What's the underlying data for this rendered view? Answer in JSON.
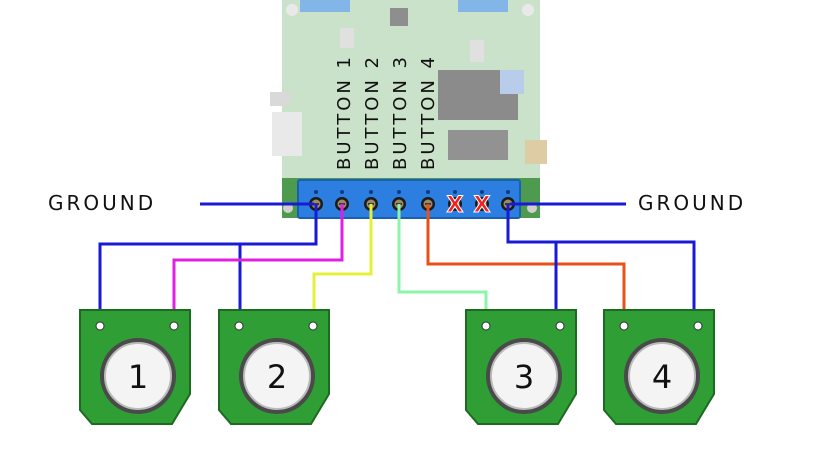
{
  "labels": {
    "ground_left": "GROUND",
    "ground_right": "GROUND",
    "buttons": [
      "BUTTON 1",
      "BUTTON 2",
      "BUTTON 3",
      "BUTTON 4"
    ],
    "unused_marks": [
      "X",
      "X"
    ]
  },
  "switches": [
    {
      "number": "1"
    },
    {
      "number": "2"
    },
    {
      "number": "3"
    },
    {
      "number": "4"
    }
  ],
  "colors": {
    "ground_wire": "#1a1ad6",
    "button1_wire": "#e020e0",
    "button2_wire": "#e6f03a",
    "button3_wire": "#8ef5a8",
    "button4_wire": "#e8501a",
    "terminal_block": "#2c7ee0",
    "switch_body": "#2f9e34",
    "unused_mark": "#ee2222",
    "board": "#4a9a4a"
  },
  "icons": {
    "unused_terminal": "x-mark-icon",
    "screw_terminal": "screw-terminal-icon"
  }
}
